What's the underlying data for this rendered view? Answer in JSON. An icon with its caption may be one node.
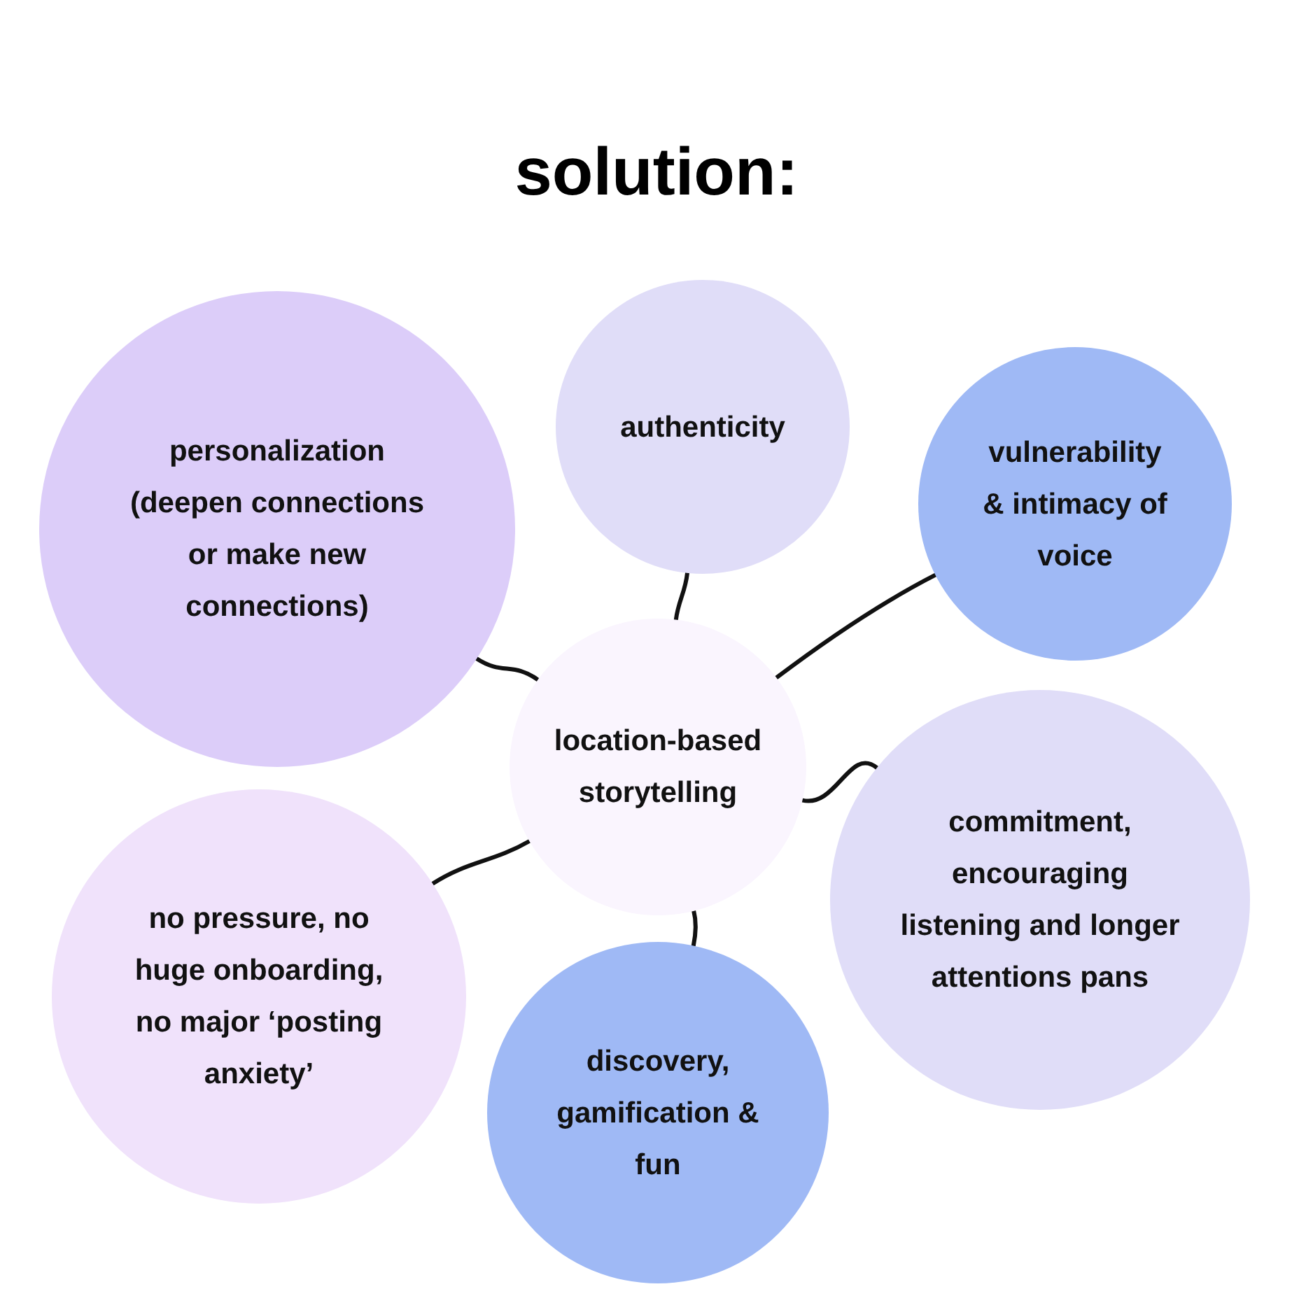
{
  "diagram": {
    "title": "solution:",
    "nodes": [
      {
        "text": [
          "personalization (deepen connections or make new connections)"
        ]
      },
      {
        "text": [
          "authenticity"
        ]
      },
      {
        "text": [
          "vulnerability & intimacy of voice"
        ]
      },
      {
        "text": [
          "location-based storytelling"
        ]
      },
      {
        "text": [
          "commitment, encouraging listening and longer attentions pans"
        ]
      },
      {
        "text": [
          "no pressure, no huge onboarding, no major ‘posting anxiety’"
        ]
      },
      {
        "text": [
          "discovery, gamification & fun"
        ]
      }
    ],
    "edges": [
      {
        "from": 3,
        "to": 0,
        "arrow": "none"
      },
      {
        "from": 3,
        "to": 1,
        "arrow": "none"
      },
      {
        "from": 3,
        "to": 2,
        "arrow": "none"
      },
      {
        "from": 3,
        "to": 4,
        "arrow": "none"
      },
      {
        "from": 3,
        "to": 5,
        "arrow": "none"
      },
      {
        "from": 3,
        "to": 6,
        "arrow": "none"
      }
    ]
  }
}
